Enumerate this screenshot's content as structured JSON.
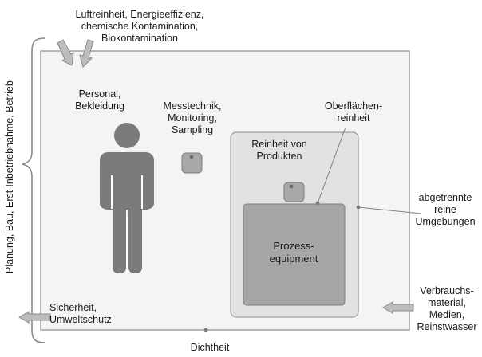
{
  "labels": {
    "luft": [
      "Luftreinheit, Energieeffizienz,",
      "chemische Kontamination,",
      "Biokontamination"
    ],
    "personal": [
      "Personal,",
      "Bekleidung"
    ],
    "messtechnik": [
      "Messtechnik,",
      "Monitoring,",
      "Sampling"
    ],
    "oberflaechen": [
      "Oberflächen-",
      "reinheit"
    ],
    "produkte": [
      "Reinheit von",
      "Produkten"
    ],
    "prozess": [
      "Prozess-",
      "equipment"
    ],
    "abgetrennte": [
      "abgetrennte",
      "reine",
      "Umgebungen"
    ],
    "sicherheit": [
      "Sicherheit,",
      "Umweltschutz"
    ],
    "verbrauch": [
      "Verbrauchs-",
      "material,",
      "Medien,",
      "Reinstwasser"
    ],
    "dichtheit": "Dichtheit",
    "lebenszyklus": "Planung, Bau, Erst-Inbetriebnahme, Betrieb"
  },
  "colors": {
    "room_fill": "#f4f4f4",
    "room_stroke": "#8c8c8c",
    "inner_fill": "#e2e2e2",
    "equipment_fill": "#a6a6a6",
    "person_fill": "#7a7a7a",
    "sensor_fill": "#a9a9a9",
    "arrow_fill": "#bdbdbd",
    "arrow_stroke": "#8a8a8a",
    "leader": "#7f7f7f"
  }
}
